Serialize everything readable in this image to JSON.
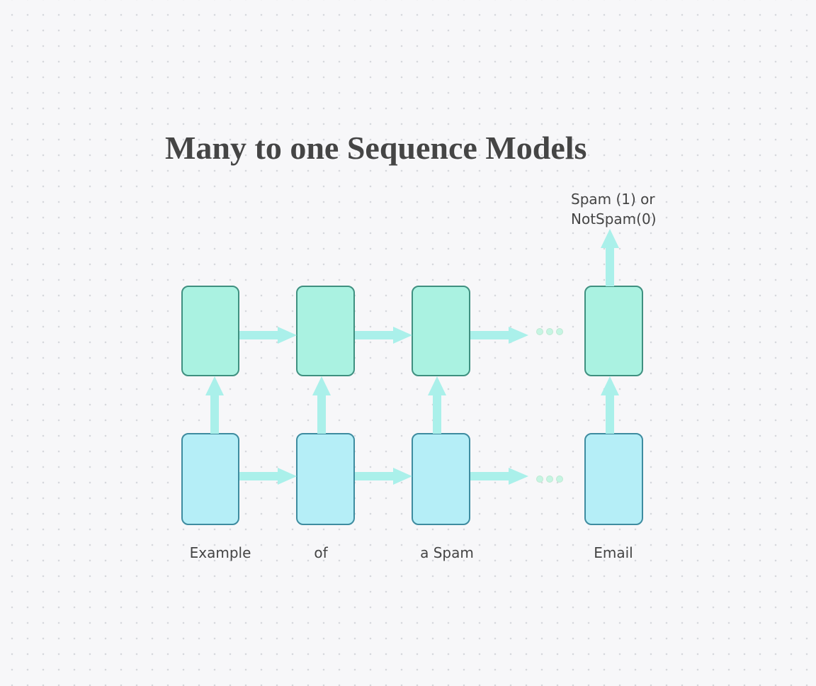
{
  "title": "Many to one Sequence Models",
  "output_label": {
    "line1": "Spam (1) or",
    "line2": "NotSpam(0)"
  },
  "inputs": [
    "Example",
    "of",
    "a Spam",
    "Email"
  ],
  "colors": {
    "hidden_fill": "#aaf2e1",
    "hidden_stroke": "#3f9080",
    "input_fill": "#b5eef7",
    "input_stroke": "#3e8ca0",
    "arrow": "#aaf0ea",
    "ellipsis_dot": "#c6f5e3",
    "text": "#444444",
    "background": "#f7f7f9"
  }
}
